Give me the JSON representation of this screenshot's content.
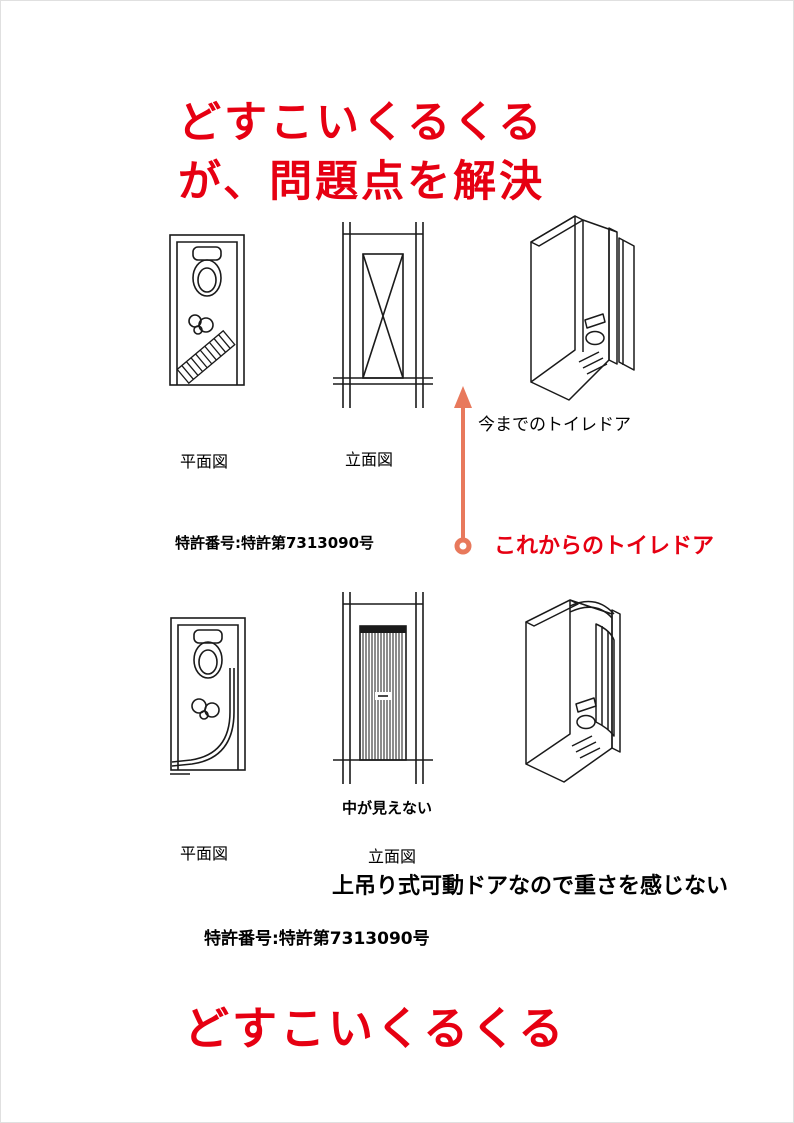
{
  "colors": {
    "title_red": "#e60012",
    "connector": "#e8795c",
    "ink": "#1a1a1a"
  },
  "header": {
    "title_line1": "どすこいくるくる",
    "title_line2": "が、問題点を解決"
  },
  "before": {
    "caption_3d": "今までのトイレドア",
    "plan_label": "平面図",
    "elevation_label": "立面図"
  },
  "patent": {
    "number_top": "特許番号:特許第7313090号",
    "number_bottom": "特許番号:特許第7313090号"
  },
  "after": {
    "lead": "これからのトイレドア",
    "privacy_note": "中が見えない",
    "plan_label": "平面図",
    "elevation_label": "立面図",
    "feature": "上吊り式可動ドアなので重さを感じない"
  },
  "footer": {
    "title": "どすこいくるくる"
  }
}
